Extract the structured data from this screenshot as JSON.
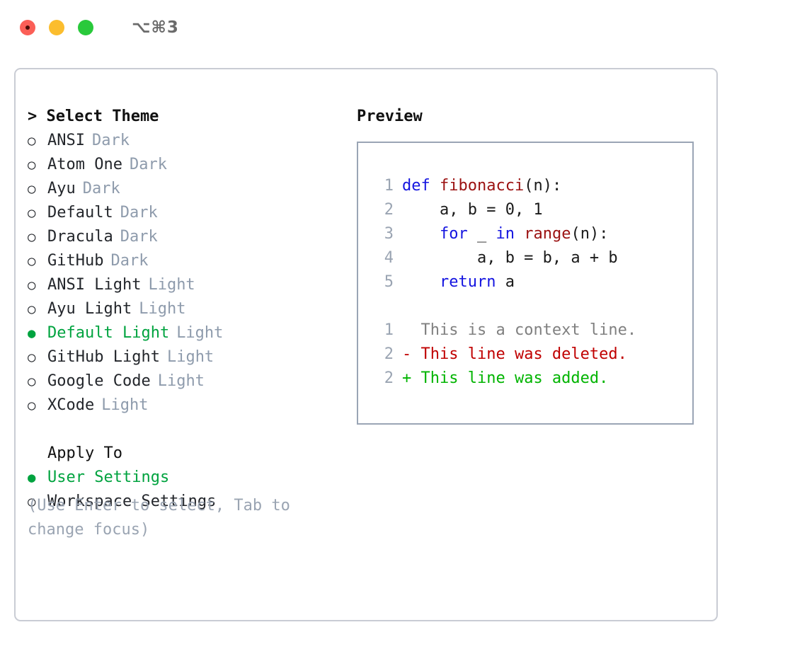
{
  "titlebar": {
    "shortcut": "⌥⌘3",
    "lights": [
      {
        "name": "close",
        "color": "#fb5f57"
      },
      {
        "name": "minimize",
        "color": "#fbbd2e"
      },
      {
        "name": "maximize",
        "color": "#29c93b"
      }
    ]
  },
  "theme_picker": {
    "heading": "> Select Theme",
    "items": [
      {
        "bullet": "○",
        "label": "ANSI",
        "tag": "Dark",
        "selected": false
      },
      {
        "bullet": "○",
        "label": "Atom One",
        "tag": "Dark",
        "selected": false
      },
      {
        "bullet": "○",
        "label": "Ayu",
        "tag": "Dark",
        "selected": false
      },
      {
        "bullet": "○",
        "label": "Default",
        "tag": "Dark",
        "selected": false
      },
      {
        "bullet": "○",
        "label": "Dracula",
        "tag": "Dark",
        "selected": false
      },
      {
        "bullet": "○",
        "label": "GitHub",
        "tag": "Dark",
        "selected": false
      },
      {
        "bullet": "○",
        "label": "ANSI Light",
        "tag": "Light",
        "selected": false
      },
      {
        "bullet": "○",
        "label": "Ayu Light",
        "tag": "Light",
        "selected": false
      },
      {
        "bullet": "●",
        "label": "Default Light",
        "tag": "Light",
        "selected": true
      },
      {
        "bullet": "○",
        "label": "GitHub Light",
        "tag": "Light",
        "selected": false
      },
      {
        "bullet": "○",
        "label": "Google Code",
        "tag": "Light",
        "selected": false
      },
      {
        "bullet": "○",
        "label": "XCode",
        "tag": "Light",
        "selected": false
      }
    ]
  },
  "apply_to": {
    "heading": "Apply To",
    "items": [
      {
        "bullet": "●",
        "label": "User Settings",
        "selected": true
      },
      {
        "bullet": "○",
        "label": "Workspace Settings",
        "selected": false
      }
    ]
  },
  "hint": "(Use Enter to select, Tab to change focus)",
  "preview": {
    "title": "Preview",
    "code_lines": [
      {
        "number": "1",
        "tokens": [
          {
            "text": "def ",
            "kind": "kw"
          },
          {
            "text": "fibonacci",
            "kind": "fn"
          },
          {
            "text": "(n):",
            "kind": "pl"
          }
        ]
      },
      {
        "number": "2",
        "tokens": [
          {
            "text": "    a, b = 0, 1",
            "kind": "pl"
          }
        ]
      },
      {
        "number": "3",
        "tokens": [
          {
            "text": "    ",
            "kind": "pl"
          },
          {
            "text": "for",
            "kind": "kw"
          },
          {
            "text": " _ ",
            "kind": "pl"
          },
          {
            "text": "in ",
            "kind": "kw"
          },
          {
            "text": "range",
            "kind": "fn"
          },
          {
            "text": "(n):",
            "kind": "pl"
          }
        ]
      },
      {
        "number": "4",
        "tokens": [
          {
            "text": "        a, b = b, a + b",
            "kind": "pl"
          }
        ]
      },
      {
        "number": "5",
        "tokens": [
          {
            "text": "    ",
            "kind": "pl"
          },
          {
            "text": "return",
            "kind": "kw"
          },
          {
            "text": " a",
            "kind": "pl"
          }
        ]
      }
    ],
    "diff_lines": [
      {
        "number": "1",
        "marker": "  ",
        "text": "This is a context line.",
        "kind": "ctx"
      },
      {
        "number": "2",
        "marker": "- ",
        "text": "This line was deleted.",
        "kind": "del"
      },
      {
        "number": "2",
        "marker": "+ ",
        "text": "This line was added.",
        "kind": "add"
      }
    ]
  },
  "colors": {
    "selection_green": "#00a33f",
    "tag_gray": "#8e9bac",
    "hint_gray": "#9aa4b2",
    "keyword_blue": "#1414e0",
    "function_red": "#9b1111",
    "diff_deleted": "#c00000",
    "diff_added": "#00b400",
    "panel_border": "#c9ccd4",
    "preview_border": "#9aa5b5"
  }
}
